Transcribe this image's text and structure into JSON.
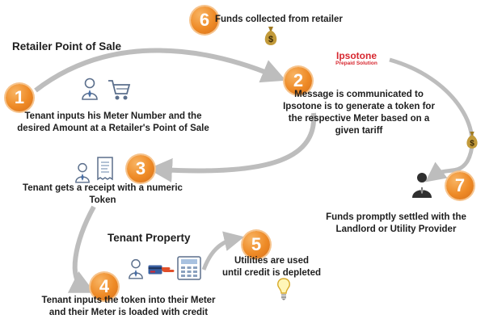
{
  "headings": {
    "retailer_pos": "Retailer Point of Sale",
    "tenant_property": "Tenant Property"
  },
  "brand": {
    "name": "Ipsotone",
    "subtitle": "Prepaid Solution"
  },
  "steps": [
    {
      "number": "1",
      "text_lines": [
        "Tenant inputs his Meter Number and the",
        "desired Amount at a Retailer's Point of Sale"
      ]
    },
    {
      "number": "2",
      "text_lines": [
        "Message is communicated to",
        "Ipsotone is to generate a token for",
        "the respective Meter based on a",
        "given tariff"
      ]
    },
    {
      "number": "3",
      "text_lines": [
        "Tenant gets a receipt with a numeric",
        "Token"
      ]
    },
    {
      "number": "4",
      "text_lines": [
        "Tenant inputs the token into their Meter",
        "and their Meter is loaded with credit"
      ]
    },
    {
      "number": "5",
      "text_lines": [
        "Utilities are used",
        "until credit is depleted"
      ]
    },
    {
      "number": "6",
      "text_lines": [
        "Funds collected from retailer"
      ]
    },
    {
      "number": "7",
      "text_lines": [
        "Funds promptly settled with the",
        "Landlord or Utility Provider"
      ]
    }
  ],
  "icons": [
    "person-icon",
    "shopping-cart-icon",
    "money-bag-icon",
    "receipt-icon",
    "card-icon",
    "hand-icon",
    "meter-keypad-icon",
    "lightbulb-icon",
    "businessman-icon"
  ],
  "colors": {
    "step_circle": "#ee8a26",
    "arrow": "#bdbdbd",
    "brand": "#d7272f",
    "money_bag": "#b38a2a"
  }
}
